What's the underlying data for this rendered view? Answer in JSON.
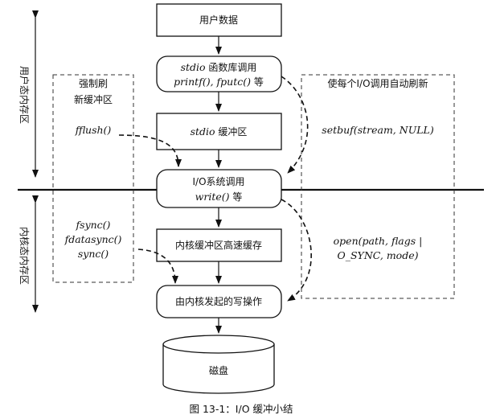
{
  "labels": {
    "user_space": "用户态内存区",
    "kernel_space": "内核态内存区"
  },
  "boxes": {
    "user_data": "用户数据",
    "stdio_lib_line1_code": "stdio",
    "stdio_lib_line1_text": " 函数库调用",
    "stdio_lib_line2_code": "printf(), fputc()",
    "stdio_lib_line2_text": " 等",
    "stdio_buffer_code": "stdio",
    "stdio_buffer_text": " 缓冲区",
    "io_syscall_line1": "I/O系统调用",
    "io_syscall_line2_code": "write()",
    "io_syscall_line2_text": " 等",
    "kernel_buffer": "内核缓冲区高速缓存",
    "kernel_write": "由内核发起的写操作",
    "disk": "磁盘"
  },
  "left_notes": {
    "force_flush_line1": "强制刷",
    "force_flush_line2": "新缓冲区",
    "fflush": "fflush()",
    "fsync": "fsync()",
    "fdatasync": "fdatasync()",
    "sync": "sync()"
  },
  "right_notes": {
    "auto_flush": "使每个I/O调用自动刷新",
    "setbuf": "setbuf(stream, NULL)",
    "open_line1": "open(path, flags |",
    "open_line2": "O_SYNC, mode)"
  },
  "caption": "图 13-1：I/O 缓冲小结"
}
